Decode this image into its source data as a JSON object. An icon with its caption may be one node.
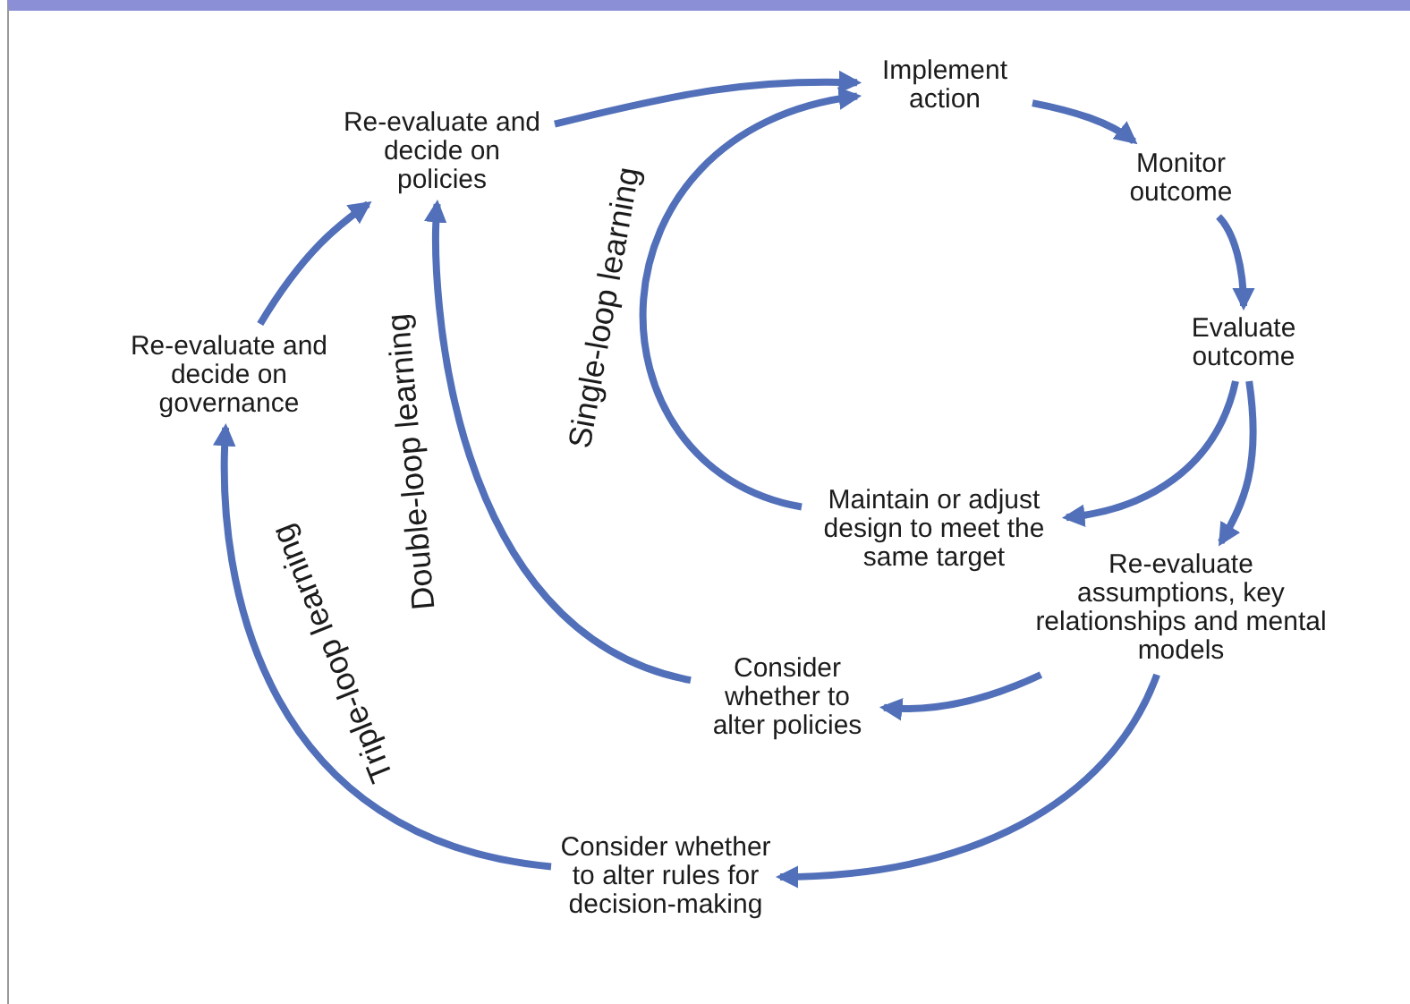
{
  "diagram": {
    "nodes": [
      {
        "text": [
          "Implement action"
        ]
      },
      {
        "text": [
          "Monitor outcome"
        ]
      },
      {
        "text": [
          "Evaluate outcome"
        ]
      },
      {
        "text": [
          "Maintain or adjust design to meet the same target"
        ]
      },
      {
        "text": [
          "Re-evaluate assumptions, key relationships and mental models"
        ]
      },
      {
        "text": [
          "Consider whether to alter policies"
        ]
      },
      {
        "text": [
          "Consider whether to alter rules for decision-making"
        ]
      },
      {
        "text": [
          "Re-evaluate and decide on governance"
        ]
      },
      {
        "text": [
          "Re-evaluate and decide on policies"
        ]
      }
    ],
    "edges": [
      {
        "from": 0,
        "to": 1,
        "arrow": "to"
      },
      {
        "from": 1,
        "to": 2,
        "arrow": "to"
      },
      {
        "from": 2,
        "to": 3,
        "arrow": "to"
      },
      {
        "from": 2,
        "to": 4,
        "arrow": "to"
      },
      {
        "from": 4,
        "to": 5,
        "arrow": "to"
      },
      {
        "from": 4,
        "to": 6,
        "arrow": "to"
      },
      {
        "from": 3,
        "to": 0,
        "arrow": "to",
        "label": "Single-loop learning"
      },
      {
        "from": 5,
        "to": 8,
        "arrow": "to",
        "label": "Double-loop learning"
      },
      {
        "from": 8,
        "to": 0,
        "arrow": "to"
      },
      {
        "from": 6,
        "to": 7,
        "arrow": "to",
        "label": "Triple-loop learning"
      },
      {
        "from": 7,
        "to": 8,
        "arrow": "to"
      }
    ]
  }
}
